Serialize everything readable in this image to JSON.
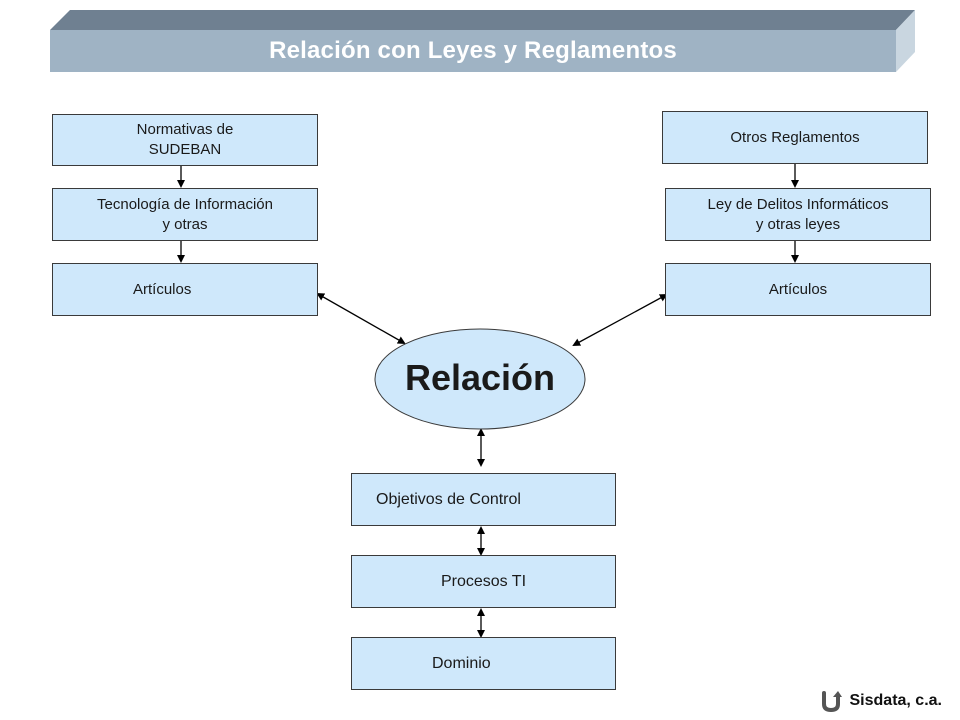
{
  "title": "Relación con Leyes y Reglamentos",
  "left_column": {
    "box1": "Normativas de\nSUDEBAN",
    "box2": "Tecnología de Información\ny otras",
    "box3": "Artículos"
  },
  "right_column": {
    "box1": "Otros Reglamentos",
    "box2": "Ley de Delitos Informáticos\ny otras leyes",
    "box3": "Artículos"
  },
  "center": {
    "ellipse": "Relación"
  },
  "bottom_column": {
    "box1": "Objetivos de  Control",
    "box2": "Procesos TI",
    "box3": "Dominio"
  },
  "footer": {
    "company": "Sisdata, c.a."
  },
  "colors": {
    "banner_front": "#9fb3c4",
    "banner_top": "#6f8091",
    "box_fill": "#cfe8fb",
    "ellipse_fill": "#cfe8fb"
  },
  "icons": {
    "footer_logo": "u-arrow-logo-icon"
  }
}
